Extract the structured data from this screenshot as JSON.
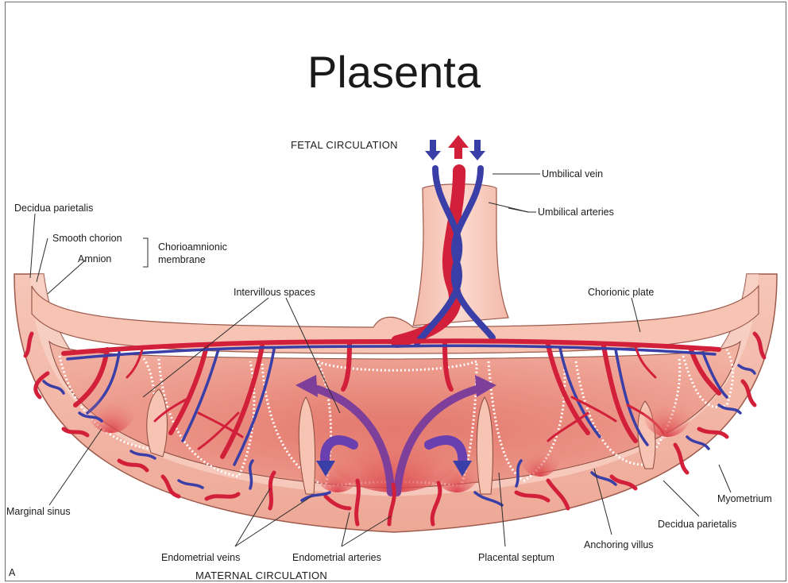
{
  "title": "Plasenta",
  "labels": {
    "fetal_circulation": "FETAL CIRCULATION",
    "maternal_circulation": "MATERNAL CIRCULATION",
    "umbilical_vein": "Umbilical vein",
    "umbilical_arteries": "Umbilical arteries",
    "decidua_parietalis_top": "Decidua parietalis",
    "smooth_chorion": "Smooth chorion",
    "amnion": "Amnion",
    "chorioamnionic_membrane_1": "Chorioamnionic",
    "chorioamnionic_membrane_2": "membrane",
    "intervillous_spaces": "Intervillous spaces",
    "chorionic_plate": "Chorionic plate",
    "marginal_sinus": "Marginal sinus",
    "endometrial_veins": "Endometrial veins",
    "endometrial_arteries": "Endometrial arteries",
    "placental_septum": "Placental septum",
    "anchoring_villus": "Anchoring villus",
    "decidua_parietalis_bottom": "Decidua parietalis",
    "myometrium": "Myometrium",
    "panel_letter": "A"
  },
  "colors": {
    "artery_red": "#d3203a",
    "vein_blue": "#3a3fa8",
    "tissue_light": "#f7cbbf",
    "tissue_mid": "#f0a996",
    "space_pink": "#ee9c8c",
    "arrow_purple": "#7d3f9a",
    "arrow_violet": "#6a3fb0"
  }
}
